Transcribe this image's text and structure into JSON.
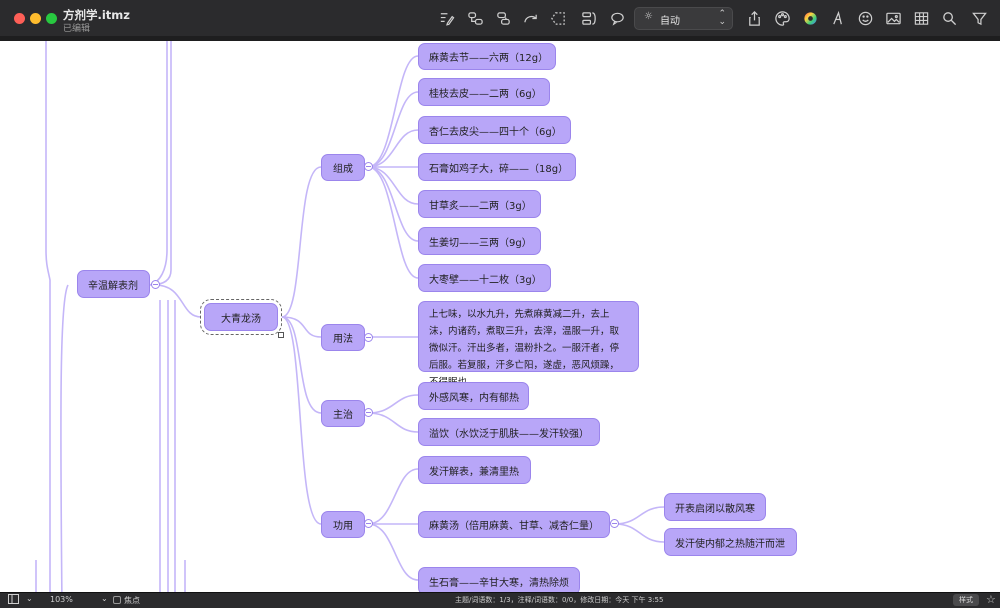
{
  "window": {
    "title": "方剂学.itmz",
    "subtitle": "已编辑"
  },
  "toolbar": {
    "icons": [
      "outline-edit-icon",
      "relationship-icon",
      "callout-icon",
      "redo-arrow-icon",
      "boundary-icon",
      "summary-icon",
      "speech-bubble-icon",
      "share-icon",
      "palette-icon",
      "color-wheel-icon",
      "font-icon",
      "emoji-icon",
      "image-icon",
      "table-icon",
      "search-icon",
      "filter-icon"
    ],
    "layout_mode": "自动"
  },
  "mindmap": {
    "root": "辛温解表剂",
    "topic": "大青龙汤",
    "branches": {
      "composition": {
        "label": "组成",
        "items": [
          "麻黄去节——六两（12g）",
          "桂枝去皮——二两（6g）",
          "杏仁去皮尖——四十个（6g）",
          "石膏如鸡子大，碎——（18g）",
          "甘草炙——二两（3g）",
          "生姜切——三两（9g）",
          "大枣擘——十二枚（3g）"
        ]
      },
      "usage": {
        "label": "用法",
        "text": "上七味，以水九升，先煮麻黄减二升，去上沫，内诸药，煮取三升，去滓，温服一升，取微似汗。汗出多者，温粉扑之。一服汗者，停后服。若复服，汗多亡阳，遂虚，恶风烦躁，不得眠也"
      },
      "indications": {
        "label": "主治",
        "items": [
          "外感风寒，内有郁热",
          "溢饮（水饮泛于肌肤——发汗较强）"
        ]
      },
      "effects": {
        "label": "功用",
        "items": [
          "发汗解表，兼清里热",
          "麻黄汤（倍用麻黄、甘草、减杏仁量）",
          "生石膏——辛甘大寒，清热除烦"
        ],
        "sub_items": [
          "开表启闭以散风寒",
          "发汗使内郁之热随汗而泄"
        ]
      }
    },
    "line_color": "#c4b6f8",
    "node_color": "#b8a6f8"
  },
  "statusbar": {
    "zoom": "103%",
    "focus_label": "焦点",
    "info": "主题/词语数：1/3，注释/词语数：0/0，修改日期：今天 下午 3:55",
    "style_button": "样式"
  }
}
